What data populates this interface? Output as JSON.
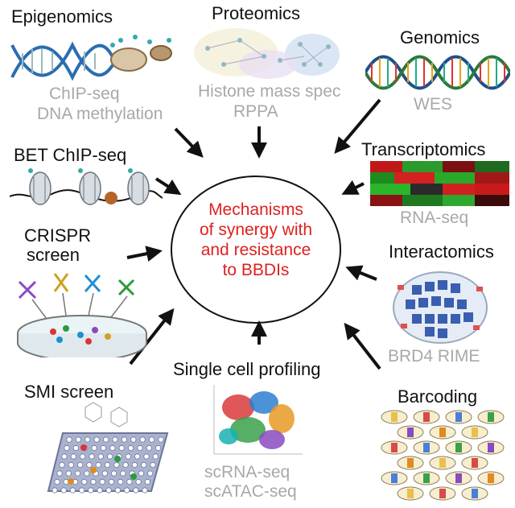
{
  "center": {
    "line1": "Mechanisms",
    "line2": "of synergy with",
    "line3": "and resistance",
    "line4": "to BBDIs",
    "color": "#e02020"
  },
  "nodes": {
    "epigenomics": {
      "title": "Epigenomics",
      "sub1": "ChIP-seq",
      "sub2": "DNA methylation"
    },
    "proteomics": {
      "title": "Proteomics",
      "sub1": "Histone mass spec",
      "sub2": "RPPA"
    },
    "genomics": {
      "title": "Genomics",
      "sub1": "WES"
    },
    "bet": {
      "title": "BET ChIP-seq"
    },
    "transcriptomics": {
      "title": "Transcriptomics",
      "sub1": "RNA-seq"
    },
    "crispr": {
      "title1": "CRISPR",
      "title2": "screen"
    },
    "interactomics": {
      "title": "Interactomics",
      "sub1": "BRD4 RIME"
    },
    "smi": {
      "title": "SMI screen"
    },
    "single_cell": {
      "title": "Single cell profiling",
      "sub1": "scRNA-seq",
      "sub2": "scATAC-seq"
    },
    "barcoding": {
      "title": "Barcoding"
    }
  },
  "icons": {
    "epigenomics": "dna-nucleosome-icon",
    "proteomics": "protein-network-icon",
    "genomics": "double-helix-icon",
    "bet": "chromatin-nucleosomes-icon",
    "transcriptomics": "expression-heatmap-icon",
    "crispr": "petri-dish-crispr-icon",
    "interactomics": "protein-complex-icon",
    "smi": "well-plate-icon",
    "single_cell": "umap-cluster-icon",
    "barcoding": "barcoded-cells-icon"
  },
  "colors": {
    "title": "#111111",
    "subtitle": "#a8a8a8",
    "arrow": "#111111"
  }
}
